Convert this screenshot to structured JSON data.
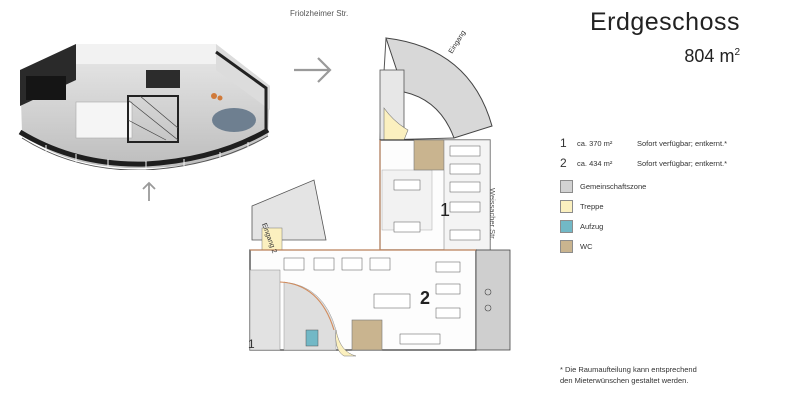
{
  "streets": {
    "top": "Friolzheimer Str.",
    "right": "Weissacher Str."
  },
  "entrances": {
    "top": "Eingang 1",
    "left": "Eingang 2"
  },
  "header": {
    "title": "Erdgeschoss",
    "area_value": "804 m",
    "area_sup": "2"
  },
  "units": [
    {
      "number": "1",
      "size": "ca. 370 m²",
      "status": "Sofort verfügbar; entkernt.*"
    },
    {
      "number": "2",
      "size": "ca. 434 m²",
      "status": "Sofort verfügbar; entkernt.*"
    }
  ],
  "legend": [
    {
      "label": "Gemeinschaftszone",
      "color": "#d2d2d2"
    },
    {
      "label": "Treppe",
      "color": "#fbf0bf"
    },
    {
      "label": "Aufzug",
      "color": "#72b8c6"
    },
    {
      "label": "WC",
      "color": "#c9b48f"
    }
  ],
  "footnote": [
    "* Die Raumaufteilung kann entsprechend",
    "den Mieterwünschen gestaltet werden."
  ],
  "plan_labels": {
    "unit1": "1",
    "unit2": "2",
    "bottom": "1"
  }
}
